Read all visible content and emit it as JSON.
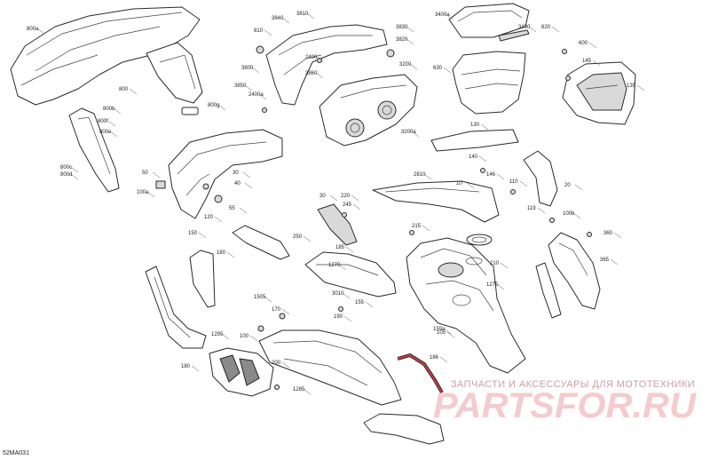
{
  "diagram": {
    "ref_code": "52MA031",
    "callouts": [
      "800a",
      "800",
      "800b",
      "800f",
      "800e",
      "800g",
      "800c",
      "800d",
      "3840",
      "810",
      "3810",
      "3830",
      "3820",
      "3800",
      "3850",
      "3860",
      "2400",
      "2400a",
      "3200",
      "3200a",
      "3400a",
      "3400",
      "620",
      "630",
      "600",
      "145",
      "135",
      "130",
      "140",
      "146",
      "10",
      "20",
      "50",
      "30",
      "55",
      "40",
      "100a",
      "120",
      "2810",
      "110",
      "119",
      "100b",
      "360",
      "365",
      "30",
      "220",
      "245",
      "250",
      "215",
      "210",
      "1275",
      "105",
      "159a",
      "150",
      "160",
      "185",
      "1270",
      "3010",
      "190",
      "180",
      "1505",
      "155",
      "170",
      "100",
      "1295",
      "200",
      "1285",
      "186"
    ]
  },
  "watermark": {
    "text": "ЗАПЧАСТИ И АКСЕССУАРЫ ДЛЯ МОТОТЕХНИКИ",
    "logo": "PARTSFOR.RU"
  }
}
